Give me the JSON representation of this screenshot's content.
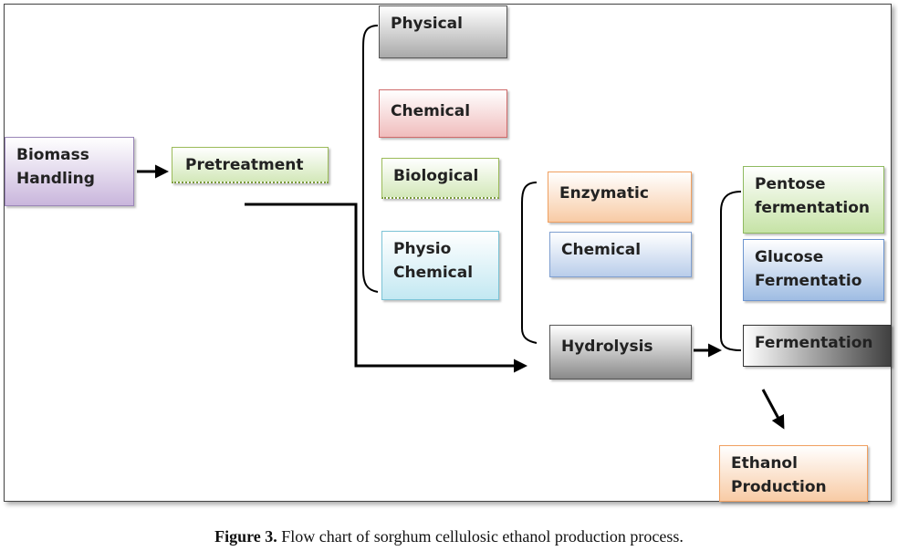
{
  "nodes": {
    "biomass": [
      "Biomass",
      "Handling"
    ],
    "pretreatment": "Pretreatment",
    "physical": "Physical",
    "chemical_pre": "Chemical",
    "biological": "Biological",
    "physio": [
      "Physio",
      "Chemical"
    ],
    "enzymatic": "Enzymatic",
    "chemical_hyd": "Chemical",
    "hydrolysis": "Hydrolysis",
    "pentose": [
      "Pentose",
      "fermentation"
    ],
    "glucose": [
      "Glucose",
      "Fermentatio"
    ],
    "fermentation": "Fermentation",
    "ethanol": [
      "Ethanol",
      "Production"
    ]
  },
  "caption": {
    "label": "Figure 3.",
    "text": " Flow chart of sorghum cellulosic ethanol production process."
  },
  "colors": {
    "purple": "#c9b6dc",
    "green": "#d3e8b9",
    "gray": "#8a8a8a",
    "red": "#f0bcbc",
    "cyan": "#c3e8f2",
    "orange": "#f8cba5",
    "blue": "#b9cdea",
    "dark": "#404040"
  }
}
